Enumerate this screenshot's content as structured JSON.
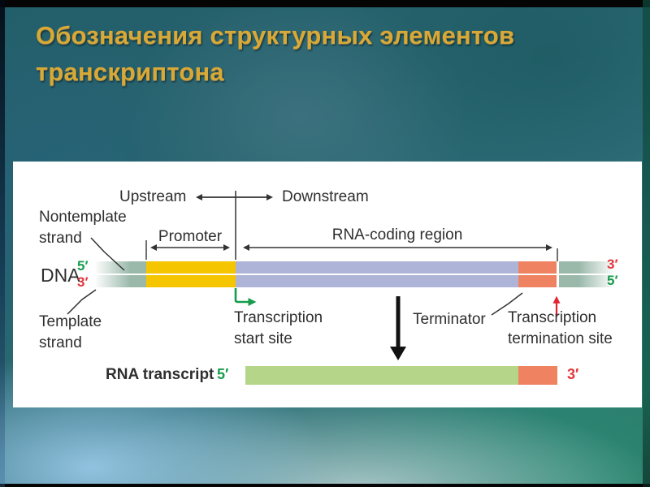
{
  "title": {
    "text": "Обозначения структурных элементов\nтранскриптона"
  },
  "diagram": {
    "upstream": "Upstream",
    "downstream": "Downstream",
    "nontemplate_strand": "Nontemplate\nstrand",
    "template_strand": "Template\nstrand",
    "dna": "DNA",
    "promoter": "Promoter",
    "rna_coding_region": "RNA-coding region",
    "transcription_start_site": "Transcription\nstart site",
    "terminator": "Terminator",
    "transcription_termination_site": "Transcription\ntermination site",
    "rna_transcript": "RNA transcript",
    "dna_left_top_prime": "5′",
    "dna_left_bottom_prime": "3′",
    "dna_right_top_prime": "3′",
    "dna_right_bottom_prime": "5′",
    "rna_left_prime": "5′",
    "rna_right_prime": "3′",
    "colors": {
      "title_gold": "#d9a835",
      "promoter_yellow": "#f5c500",
      "rna_coding_lavender": "#aeb4d7",
      "terminator_orange": "#ef8261",
      "dna_end_teal": "#9ab9ab",
      "rna_green": "#b5d588",
      "prime_green": "#169c4c",
      "prime_red": "#e3383c",
      "background_teal": "#2a6b76"
    }
  }
}
